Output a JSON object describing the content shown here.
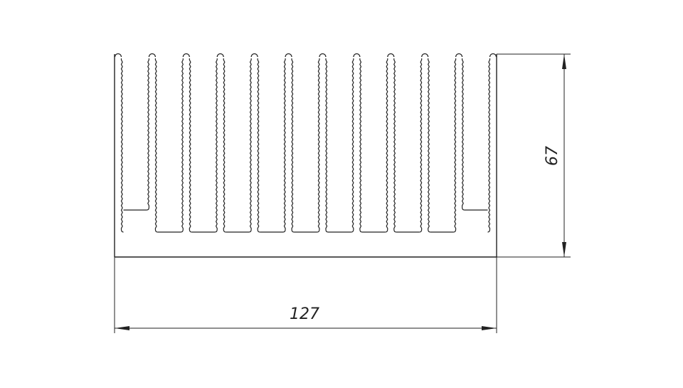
{
  "drawing": {
    "width_label": "127",
    "height_label": "67",
    "fin_count": 12,
    "colors": {
      "line": "#222222",
      "background": "#ffffff"
    }
  }
}
